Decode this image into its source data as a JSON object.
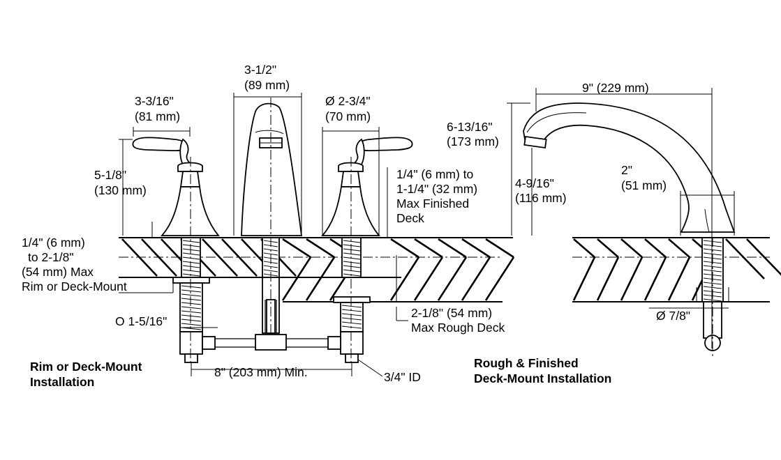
{
  "labels": {
    "handle_width_a": "3-3/16\"",
    "handle_width_b": "(81 mm)",
    "spout_width_a": "3-1/2\"",
    "spout_width_b": "(89 mm)",
    "escutcheon_dia_a": "Ø 2-3/4\"",
    "escutcheon_dia_b": "(70 mm)",
    "handle_height_a": "5-1/8\"",
    "handle_height_b": "(130 mm)",
    "finished_deck_a": "1/4\" (6 mm) to",
    "finished_deck_b": "1-1/4\" (32 mm)",
    "finished_deck_c": "Max Finished",
    "finished_deck_d": "Deck",
    "rim_a": "1/4\" (6 mm)",
    "rim_b": "to 2-1/8\"",
    "rim_c": "(54 mm) Max",
    "rim_d": "Rim or Deck-Mount",
    "outlet_dia": "O 1-5/16\"",
    "rough_deck_a": "2-1/8\" (54 mm)",
    "rough_deck_b": "Max Rough Deck",
    "spacing": "8\" (203 mm) Min.",
    "inlet": "3/4\" ID",
    "reach": "9\" (229 mm)",
    "spout_height_a": "6-13/16\"",
    "spout_height_b": "(173 mm)",
    "spout_clearance_a": "4-9/16\"",
    "spout_clearance_b": "(116 mm)",
    "spout_base_a": "2\"",
    "spout_base_b": "(51 mm)",
    "shank_dia": "Ø 7/8\""
  },
  "captions": {
    "left_a": "Rim or Deck-Mount",
    "left_b": "Installation",
    "right_a": "Rough & Finished",
    "right_b": "Deck-Mount Installation"
  }
}
